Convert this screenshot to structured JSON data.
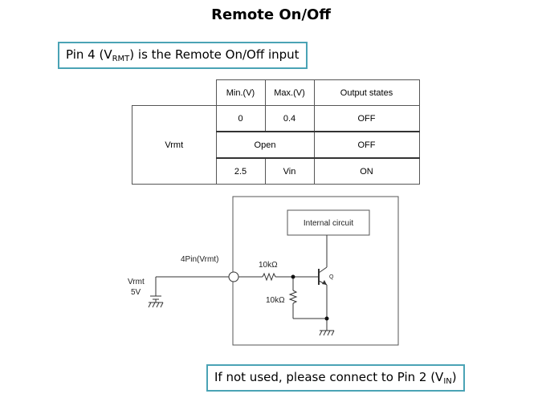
{
  "title": "Remote On/Off",
  "callouts": {
    "top": {
      "prefix": "Pin 4 (V",
      "sub": "RMT",
      "suffix": ") is the Remote On/Off input"
    },
    "bottom": {
      "prefix": "If not used, please connect to Pin 2 (V",
      "sub": "IN",
      "suffix": ")"
    }
  },
  "table": {
    "headers": [
      "Min.(V)",
      "Max.(V)",
      "Output states"
    ],
    "row_label": "Vrmt",
    "rows": [
      {
        "min": "0",
        "max": "0.4",
        "state": "OFF"
      },
      {
        "open": "Open",
        "state": "OFF"
      },
      {
        "min": "2.5",
        "max": "Vin",
        "state": "ON"
      }
    ]
  },
  "circuit": {
    "internal_label": "Internal circuit",
    "pin_label": "4Pin(Vrmt)",
    "source_label_1": "Vrmt",
    "source_label_2": "5V",
    "r1_label": "10kΩ",
    "r2_label": "10kΩ",
    "q_label": "Q"
  }
}
